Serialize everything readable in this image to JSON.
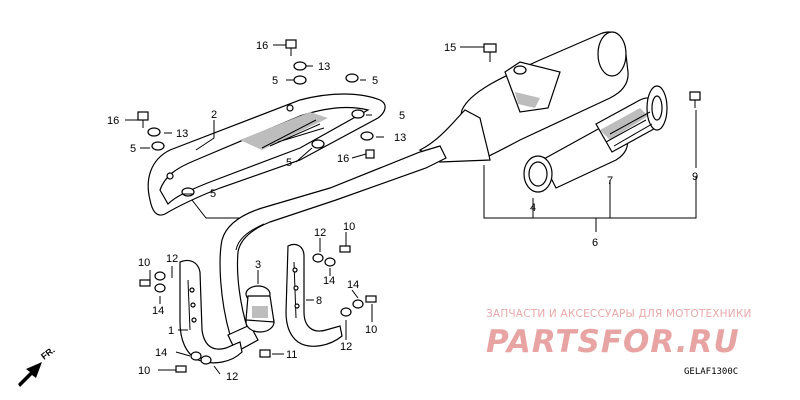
{
  "callouts": {
    "c1": "1",
    "c2": "2",
    "c3": "3",
    "c4": "4",
    "c5": "5",
    "c6": "6",
    "c7": "7",
    "c8": "8",
    "c9": "9",
    "c10": "10",
    "c11": "11",
    "c12": "12",
    "c13": "13",
    "c14": "14",
    "c15": "15",
    "c16": "16"
  },
  "watermark": {
    "caption": "ЗАПЧАСТИ И АКСЕССУАРЫ ДЛЯ МОТОТЕХНИКИ",
    "logo": "PARTSFOR.RU",
    "color": "#e8a3a3"
  },
  "diagram_code": "GELAF1300C",
  "direction_marker": "FR."
}
